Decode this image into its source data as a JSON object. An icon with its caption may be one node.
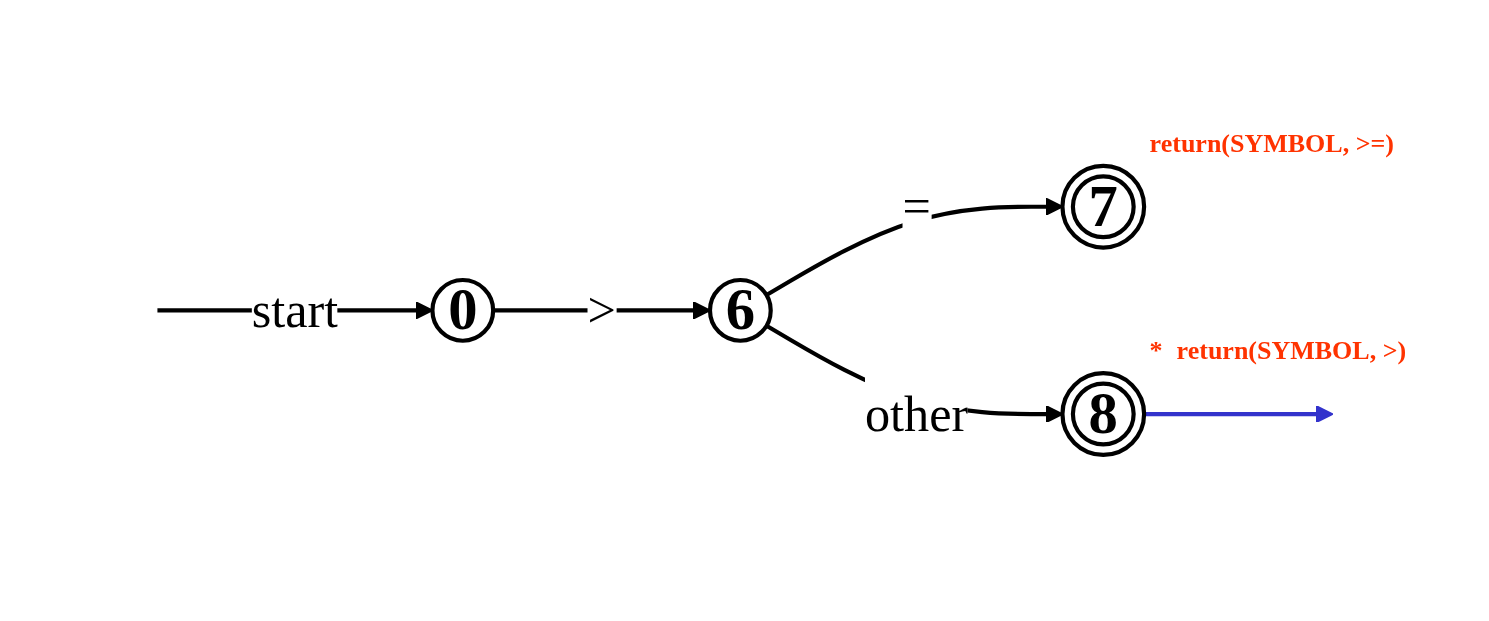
{
  "diagram": {
    "nodes": [
      {
        "text": [
          "0"
        ]
      },
      {
        "text": [
          "6"
        ]
      },
      {
        "text": [
          "7"
        ],
        "beside": [
          "return(SYMBOL, >=)"
        ]
      },
      {
        "text": [
          "8"
        ],
        "beside": [
          "*",
          "return(SYMBOL, >)"
        ]
      }
    ],
    "edges": [
      {
        "from": null,
        "to": 0,
        "label": "start",
        "arrow": "to"
      },
      {
        "from": 0,
        "to": 1,
        "label": ">",
        "arrow": "to"
      },
      {
        "from": 1,
        "to": 2,
        "label": "=",
        "arrow": "to"
      },
      {
        "from": 1,
        "to": 3,
        "label": "other",
        "arrow": "to"
      },
      {
        "from": 3,
        "to": null,
        "arrow": "to",
        "color": "#3333cc"
      }
    ]
  }
}
